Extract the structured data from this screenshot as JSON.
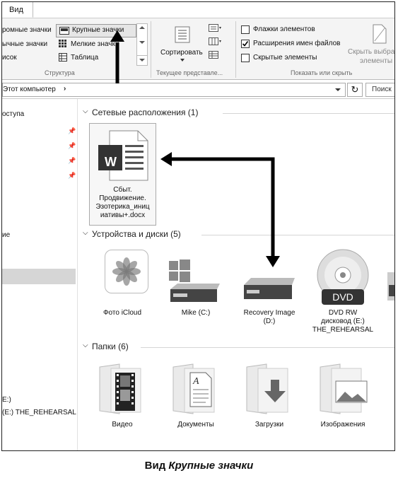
{
  "window": {
    "tab_view": "Вид"
  },
  "ribbon": {
    "layout_items": [
      "ромные значки",
      "Крупные значки",
      "ычные значки",
      "Мелкие значки",
      "исок",
      "Таблица"
    ],
    "group_layout": "Структура",
    "sort_label": "Сортировать",
    "group_current": "Текущее представле...",
    "checkboxes": [
      {
        "label": "Флажки элементов",
        "checked": false
      },
      {
        "label": "Расширения имен файлов",
        "checked": true
      },
      {
        "label": "Скрытые элементы",
        "checked": false
      }
    ],
    "hide_selected_line1": "Скрыть выбра",
    "hide_selected_line2": "элементы",
    "group_show_hide": "Показать или скрыть"
  },
  "address": {
    "path": "Этот компьютер",
    "search_placeholder": "Поиск"
  },
  "sidebar": {
    "quick_access": "оступа",
    "item_ie": "ие",
    "drive_letter": "Е:)",
    "drive_dvd": "(E:) THE_REHEARSAL"
  },
  "sections": {
    "network": {
      "title": "Сетевые расположения (1)"
    },
    "devices": {
      "title": "Устройства и диски (5)"
    },
    "folders": {
      "title": "Папки (6)"
    }
  },
  "network_items": [
    {
      "line1": "Сбыт.",
      "line2": "Продвижение.",
      "line3": "Эзотерика_иниц",
      "line4": "иативы+.docx"
    }
  ],
  "device_items": [
    {
      "line1": "Фото iCloud",
      "line2": "",
      "line3": ""
    },
    {
      "line1": "Mike (C:)",
      "line2": "",
      "line3": ""
    },
    {
      "line1": "Recovery Image",
      "line2": "(D:)",
      "line3": ""
    },
    {
      "line1": "DVD RW",
      "line2": "дисковод (E:)",
      "line3": "THE_REHEARSAL"
    }
  ],
  "dvd_badge": "DVD",
  "word_badge": "W",
  "folder_items": [
    "Видео",
    "Документы",
    "Загрузки",
    "Изображения"
  ],
  "caption": {
    "normal": "Вид ",
    "italic": "Крупные значки"
  }
}
